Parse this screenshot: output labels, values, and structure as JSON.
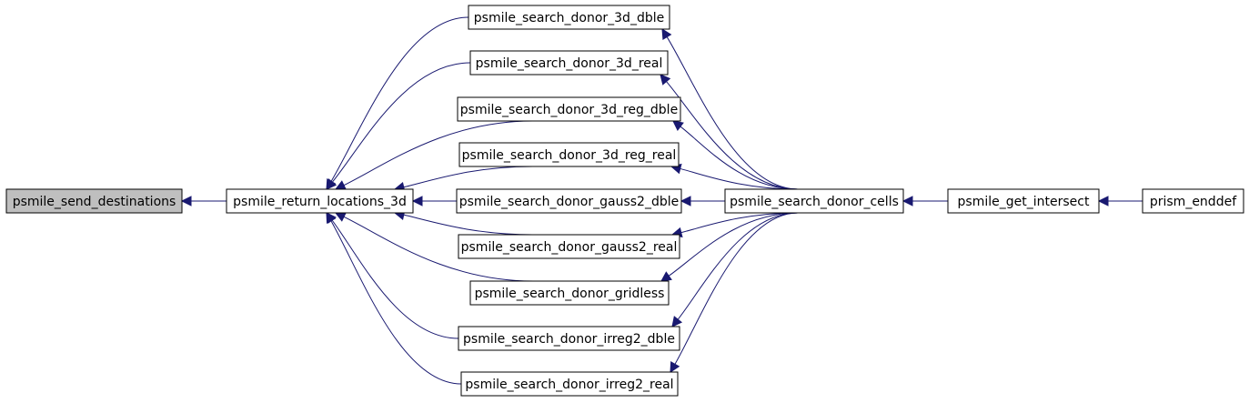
{
  "colors": {
    "edge": "#191970",
    "node_fill": "#ffffff",
    "highlight_fill": "#bfbfbf",
    "border": "#000000"
  },
  "nodes": [
    {
      "id": "send_destinations",
      "label": "psmile_send_destinations",
      "highlight": true
    },
    {
      "id": "return_locations_3d",
      "label": "psmile_return_locations_3d"
    },
    {
      "id": "search_donor_3d_dble",
      "label": "psmile_search_donor_3d_dble"
    },
    {
      "id": "search_donor_3d_real",
      "label": "psmile_search_donor_3d_real"
    },
    {
      "id": "search_donor_3d_reg_dble",
      "label": "psmile_search_donor_3d_reg_dble"
    },
    {
      "id": "search_donor_3d_reg_real",
      "label": "psmile_search_donor_3d_reg_real"
    },
    {
      "id": "search_donor_gauss2_dble",
      "label": "psmile_search_donor_gauss2_dble"
    },
    {
      "id": "search_donor_gauss2_real",
      "label": "psmile_search_donor_gauss2_real"
    },
    {
      "id": "search_donor_gridless",
      "label": "psmile_search_donor_gridless"
    },
    {
      "id": "search_donor_irreg2_dble",
      "label": "psmile_search_donor_irreg2_dble"
    },
    {
      "id": "search_donor_irreg2_real",
      "label": "psmile_search_donor_irreg2_real"
    },
    {
      "id": "search_donor_cells",
      "label": "psmile_search_donor_cells"
    },
    {
      "id": "get_intersect",
      "label": "psmile_get_intersect"
    },
    {
      "id": "enddef",
      "label": "prism_enddef"
    }
  ],
  "edges": [
    {
      "from": "return_locations_3d",
      "to": "send_destinations"
    },
    {
      "from": "search_donor_3d_dble",
      "to": "return_locations_3d"
    },
    {
      "from": "search_donor_3d_real",
      "to": "return_locations_3d"
    },
    {
      "from": "search_donor_3d_reg_dble",
      "to": "return_locations_3d"
    },
    {
      "from": "search_donor_3d_reg_real",
      "to": "return_locations_3d"
    },
    {
      "from": "search_donor_gauss2_dble",
      "to": "return_locations_3d"
    },
    {
      "from": "search_donor_gauss2_real",
      "to": "return_locations_3d"
    },
    {
      "from": "search_donor_gridless",
      "to": "return_locations_3d"
    },
    {
      "from": "search_donor_irreg2_dble",
      "to": "return_locations_3d"
    },
    {
      "from": "search_donor_irreg2_real",
      "to": "return_locations_3d"
    },
    {
      "from": "search_donor_cells",
      "to": "search_donor_3d_dble"
    },
    {
      "from": "search_donor_cells",
      "to": "search_donor_3d_real"
    },
    {
      "from": "search_donor_cells",
      "to": "search_donor_3d_reg_dble"
    },
    {
      "from": "search_donor_cells",
      "to": "search_donor_3d_reg_real"
    },
    {
      "from": "search_donor_cells",
      "to": "search_donor_gauss2_dble"
    },
    {
      "from": "search_donor_cells",
      "to": "search_donor_gauss2_real"
    },
    {
      "from": "search_donor_cells",
      "to": "search_donor_gridless"
    },
    {
      "from": "search_donor_cells",
      "to": "search_donor_irreg2_dble"
    },
    {
      "from": "search_donor_cells",
      "to": "search_donor_irreg2_real"
    },
    {
      "from": "get_intersect",
      "to": "search_donor_cells"
    },
    {
      "from": "enddef",
      "to": "get_intersect"
    }
  ]
}
